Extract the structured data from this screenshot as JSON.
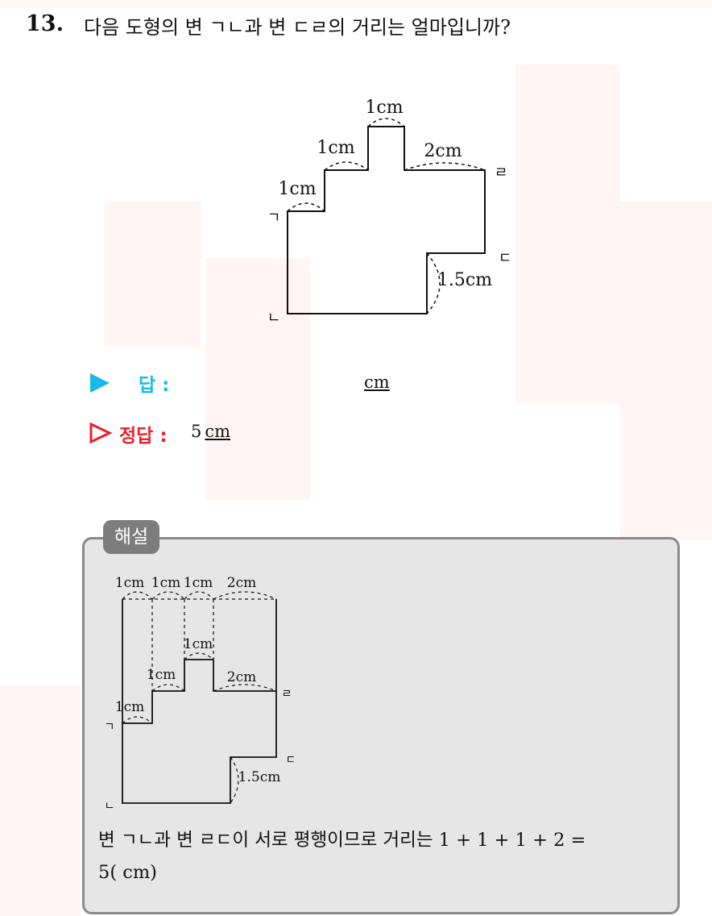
{
  "question": {
    "number": "13.",
    "text": "다음 도형의 변 ㄱㄴ과 변 ㄷㄹ의 거리는 얼마입니까?"
  },
  "figure": {
    "labels": {
      "top": "1cm",
      "step2": "1cm",
      "step1": "1cm",
      "right_top": "2cm",
      "notch": "1.5cm"
    },
    "vertices": {
      "g": "ㄱ",
      "n": "ㄴ",
      "d": "ㄷ",
      "r": "ㄹ"
    }
  },
  "answer": {
    "label": "답 :",
    "unit": "cm"
  },
  "correct": {
    "label": "정답 :",
    "value": "5",
    "unit": "cm"
  },
  "solution": {
    "tag": "해설",
    "figure_labels": {
      "top_row": [
        "1cm",
        "1cm",
        "1cm",
        "2cm"
      ],
      "top": "1cm",
      "step2": "1cm",
      "step1": "1cm",
      "right_top": "2cm",
      "notch": "1.5cm"
    },
    "text_line1": "변 ㄱㄴ과 변 ㄹㄷ이 서로 평행이므로 거리는 1 + 1 + 1 + 2 =",
    "text_line2": "5( cm)"
  }
}
